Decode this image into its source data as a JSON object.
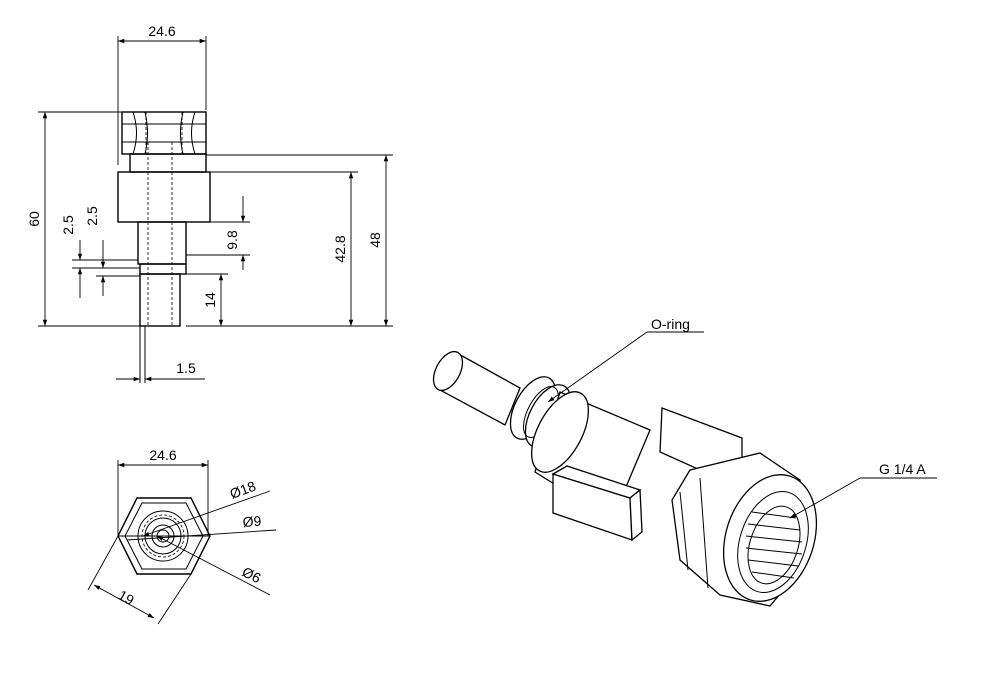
{
  "dimensions": {
    "top_width": "24.6",
    "overall_height": "60",
    "groove_a": "2.5",
    "groove_b": "2.5",
    "nut_to_oring": "9.8",
    "body_length": "42.8",
    "total_length": "48",
    "tip_length": "14",
    "tip_diameter": "1.5",
    "end_width": "24.6",
    "dia_outer": "Ø18",
    "dia_mid": "Ø9",
    "dia_inner": "Ø6",
    "hex_across": "19"
  },
  "callouts": {
    "o_ring": "O-ring",
    "thread": "G 1/4 A"
  }
}
